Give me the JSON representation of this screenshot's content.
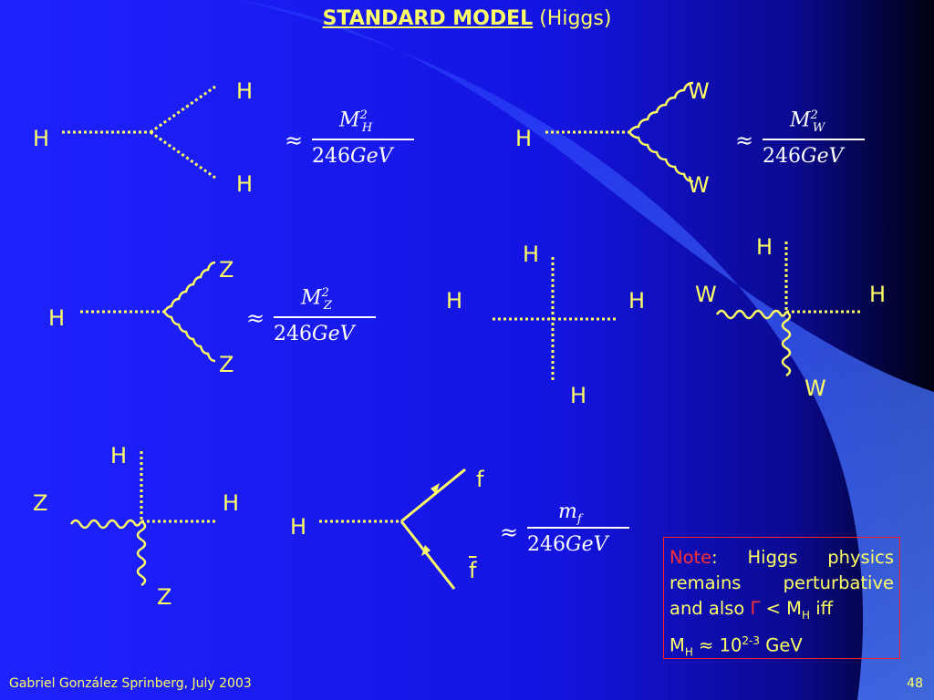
{
  "slide": {
    "title_main": "STANDARD MODEL",
    "title_sub": "(Higgs)",
    "footer": "Gabriel González Sprinberg,  July 2003",
    "page_number": "48",
    "colors": {
      "background": "#1a1aff",
      "label": "#ffff66",
      "line": "#ffff66",
      "formula": "#ffffff",
      "note_border": "#ff2020",
      "note_highlight": "#ff3030"
    }
  },
  "labels": {
    "hhh_in": "H",
    "hhh_out1": "H",
    "hhh_out2": "H",
    "hww_in": "H",
    "hww_out1": "W",
    "hww_out2": "W",
    "hzz_in": "H",
    "hzz_out1": "Z",
    "hzz_out2": "Z",
    "hhhh_top": "H",
    "hhhh_left": "H",
    "hhhh_right": "H",
    "hhhh_bottom": "H",
    "wwhh_top": "H",
    "wwhh_left": "W",
    "wwhh_right": "H",
    "wwhh_bottom": "W",
    "zzhh_top": "H",
    "zzhh_left": "Z",
    "zzhh_right": "H",
    "zzhh_bottom": "Z",
    "hff_in": "H",
    "hff_out1": "f",
    "hff_out2": "f"
  },
  "formulas": {
    "hhh": {
      "approx": "≈",
      "mass": "M",
      "sub": "H",
      "sup": "2",
      "den_num": "246",
      "den_unit": "GeV"
    },
    "hww": {
      "approx": "≈",
      "mass": "M",
      "sub": "W",
      "sup": "2",
      "den_num": "246",
      "den_unit": "GeV"
    },
    "hzz": {
      "approx": "≈",
      "mass": "M",
      "sub": "Z",
      "sup": "2",
      "den_num": "246",
      "den_unit": "GeV"
    },
    "hff": {
      "approx": "≈",
      "mass": "m",
      "sub": "f",
      "sup": "",
      "den_num": "246",
      "den_unit": "GeV"
    }
  },
  "note": {
    "label": "Note",
    "colon": ":",
    "line1": " Higgs physics remains perturbative and also ",
    "gamma": "Γ",
    "less": " < M",
    "sub_h": "H",
    "iff": " iff",
    "mh": "M",
    "sub_h2": "H",
    "approx_val": " ≈ 10",
    "exp": "2-3",
    "unit": " GeV"
  }
}
